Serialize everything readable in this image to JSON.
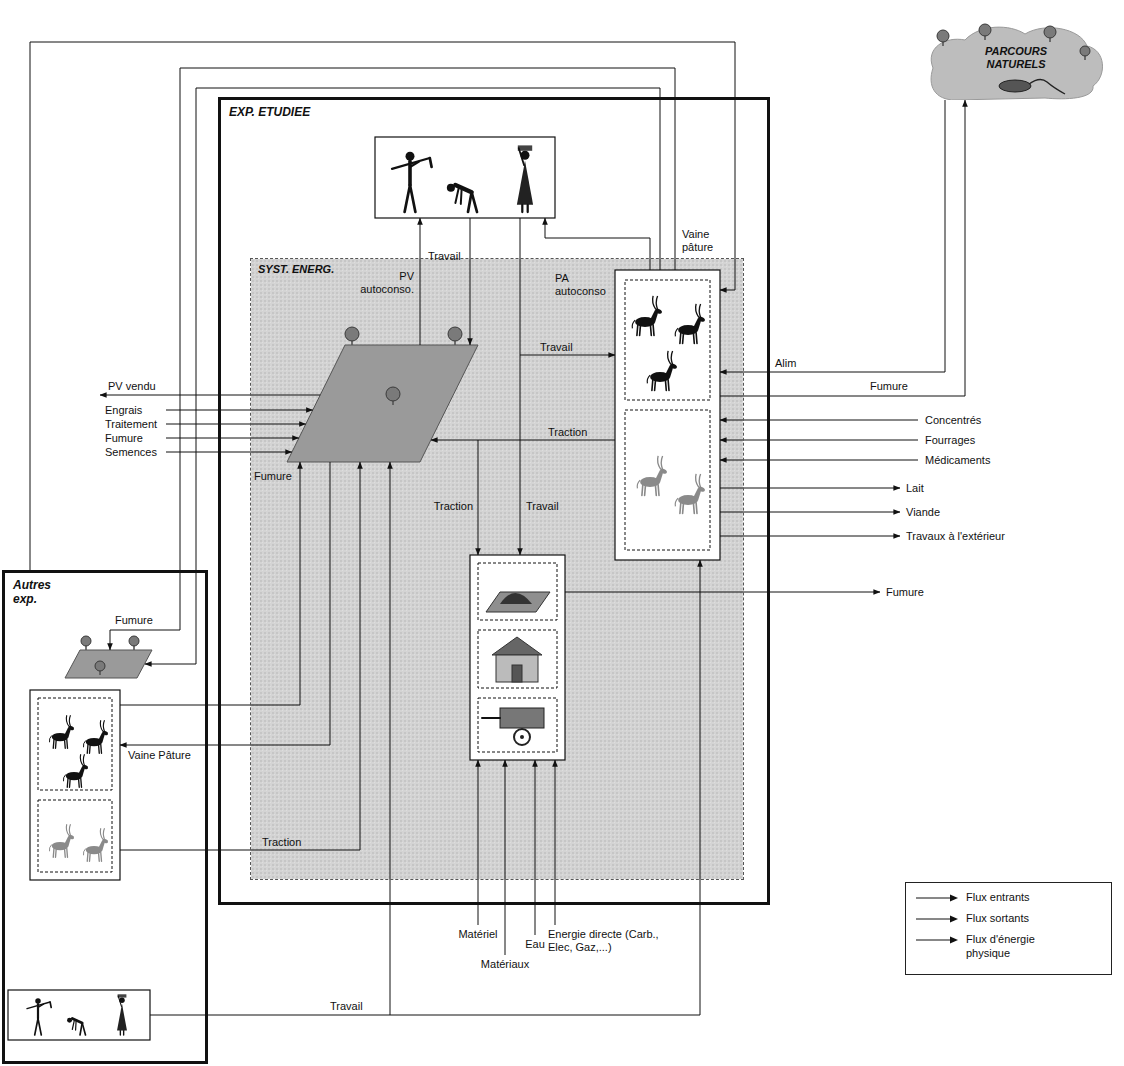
{
  "diagram": {
    "nodes": [
      {
        "text": [
          "EXP. ETUDIEE"
        ]
      },
      {
        "text": [
          "SYST. ENERG."
        ],
        "in": 0
      },
      {
        "text": [
          "Autres exp."
        ]
      },
      {
        "text": [
          "PARCOURS NATURELS"
        ]
      }
    ],
    "edges": [
      {
        "from": 3,
        "to": 1,
        "label": "Alim",
        "arrow": "to"
      },
      {
        "from": 1,
        "to": 3,
        "label": "Fumure",
        "arrow": "to"
      },
      {
        "from": 2,
        "to": 1,
        "label": "Vaine pâture",
        "arrow": "to"
      },
      {
        "from": 1,
        "to": 2,
        "label": "Fumure",
        "arrow": "to"
      },
      {
        "from": 1,
        "to": 2,
        "arrow": "to"
      },
      {
        "from": 2,
        "to": 1,
        "label": "Fumure",
        "arrow": "to"
      },
      {
        "from": 1,
        "to": 2,
        "label": "Vaine Pâture",
        "arrow": "to"
      },
      {
        "from": 2,
        "to": 1,
        "label": "Traction",
        "arrow": "to"
      },
      {
        "from": 2,
        "to": 1,
        "label": "Travail",
        "arrow": "to"
      }
    ],
    "labels": [
      "PV autoconso.",
      "PA autoconso",
      "PV vendu",
      "Engrais",
      "Traitement",
      "Fumure",
      "Semences",
      "Travail",
      "Travail",
      "Traction",
      "Traction",
      "Travail",
      "Concentrés",
      "Fourrages",
      "Médicaments",
      "Lait",
      "Viande",
      "Travaux à l'extérieur",
      "Fumure",
      "Matériel",
      "Matériaux",
      "Eau",
      "Energie directe (Carb., Elec, Gaz,...)"
    ],
    "legend": [
      {
        "text": "Flux entrants"
      },
      {
        "text": "Flux sortants"
      },
      {
        "text": "Flux d'énergie physique"
      }
    ]
  }
}
